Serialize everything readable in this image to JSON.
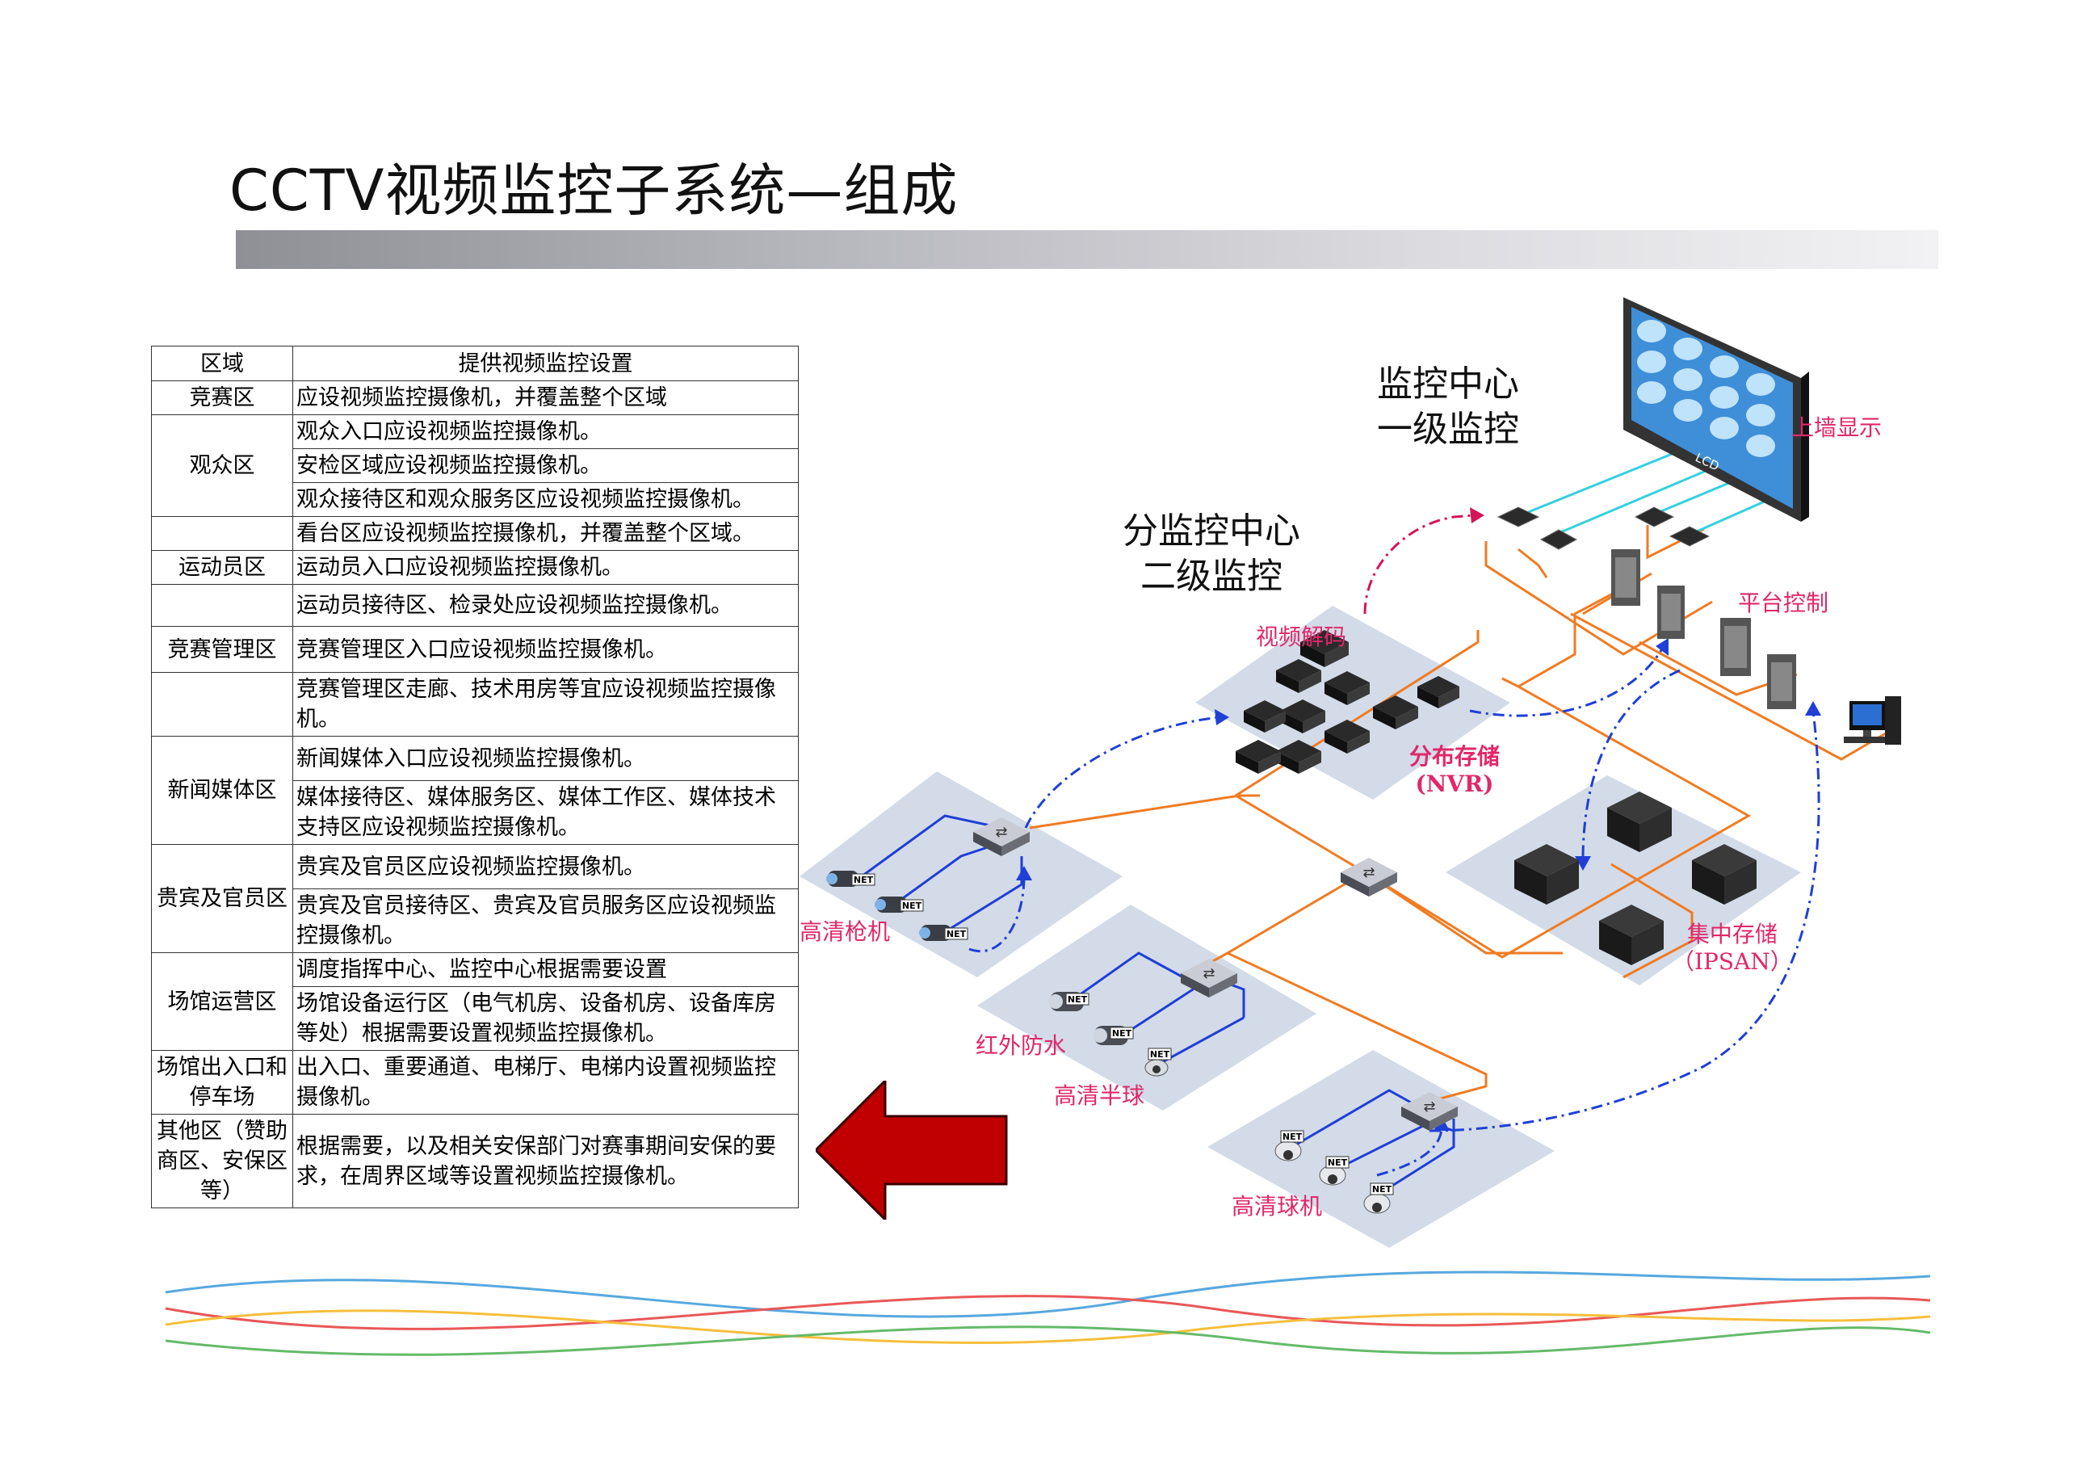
{
  "page": {
    "title": "CCTV视频监控子系统—组成"
  },
  "table": {
    "headers": [
      "区域",
      "提供视频监控设置"
    ],
    "rows": [
      {
        "zone": "竞赛区",
        "items": [
          "应设视频监控摄像机，并覆盖整个区域"
        ]
      },
      {
        "zone": "观众区",
        "items": [
          "观众入口应设视频监控摄像机。",
          "安检区域应设视频监控摄像机。",
          "观众接待区和观众服务区应设视频监控摄像机。"
        ]
      },
      {
        "zone": "",
        "items": [
          "看台区应设视频监控摄像机，并覆盖整个区域。"
        ]
      },
      {
        "zone": "运动员区",
        "items": [
          "运动员入口应设视频监控摄像机。"
        ]
      },
      {
        "zone": "",
        "items": [
          "运动员接待区、检录处应设视频监控摄像机。"
        ]
      },
      {
        "zone": "竞赛管理区",
        "items": [
          "竞赛管理区入口应设视频监控摄像机。"
        ]
      },
      {
        "zone": "",
        "items": [
          "竞赛管理区走廊、技术用房等宜应设视频监控摄像机。"
        ]
      },
      {
        "zone": "新闻媒体区",
        "items": [
          "新闻媒体入口应设视频监控摄像机。",
          "媒体接待区、媒体服务区、媒体工作区、媒体技术支持区应设视频监控摄像机。"
        ]
      },
      {
        "zone": "贵宾及官员区",
        "items": [
          "贵宾及官员区应设视频监控摄像机。",
          "贵宾及官员接待区、贵宾及官员服务区应设视频监控摄像机。"
        ]
      },
      {
        "zone": "场馆运营区",
        "items": [
          "调度指挥中心、监控中心根据需要设置",
          "场馆设备运行区（电气机房、设备机房、设备库房等处）根据需要设置视频监控摄像机。"
        ]
      },
      {
        "zone": "场馆出入口和停车场",
        "items": [
          "出入口、重要通道、电梯厅、电梯内设置视频监控摄像机。"
        ]
      },
      {
        "zone": "其他区（赞助商区、安保区等）",
        "items": [
          "根据需要，以及相关安保部门对赛事期间安保的要求，在周界区域等设置视频监控摄像机。"
        ]
      }
    ]
  },
  "diagram": {
    "center_title": [
      "监控中心",
      "一级监控"
    ],
    "sub_center_title": [
      "分监控中心",
      "二级监控"
    ],
    "labels": {
      "wall_display": "上墙显示",
      "lcd": "LCD",
      "platform_control": "平台控制",
      "video_decode": "视频解码",
      "distributed_storage": [
        "分布存储",
        "(NVR)"
      ],
      "central_storage": [
        "集中存储",
        "（IPSAN）"
      ],
      "hd_bullet": "高清枪机",
      "ir_waterproof": "红外防水",
      "hd_dome_half": "高清半球",
      "hd_ptz": "高清球机",
      "net_tag": "NET"
    }
  },
  "colors": {
    "pink_label": "#e0286a",
    "orange_line": "#f07b22",
    "blue_line": "#1f3fd6",
    "arrow_red": "#c00000",
    "zone_bg": "#d3dbe8"
  }
}
